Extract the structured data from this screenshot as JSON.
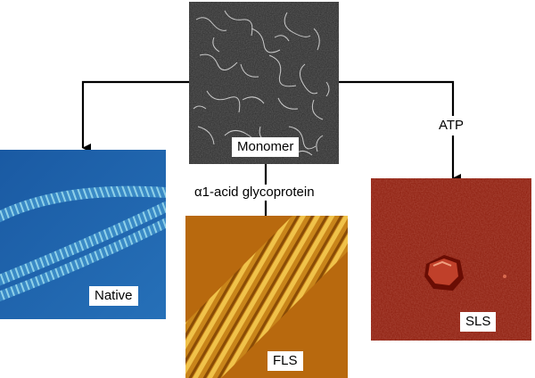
{
  "panels": {
    "monomer": {
      "label": "Monomer"
    },
    "native": {
      "label": "Native"
    },
    "fls": {
      "label": "FLS"
    },
    "sls": {
      "label": "SLS"
    }
  },
  "arrows": {
    "down_label": "α1-acid glycoprotein",
    "right_label": "ATP"
  },
  "colors": {
    "line": "#000000",
    "monomer_bg": "#2b2b2b",
    "native_bg": "#1f63a8",
    "fls_bg": "#b86a0c",
    "sls_bg": "#8a1a0a"
  }
}
